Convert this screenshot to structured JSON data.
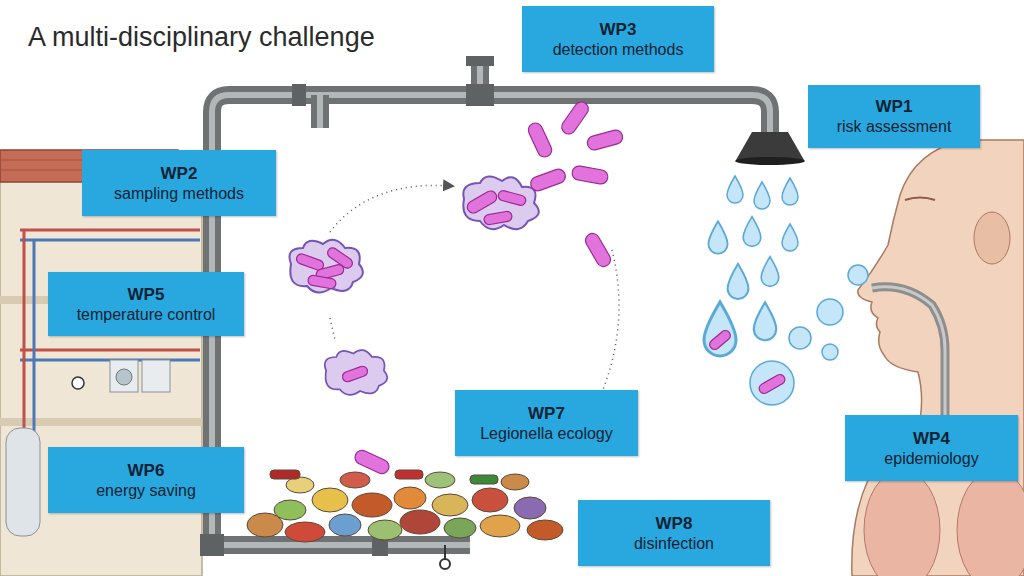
{
  "diagram": {
    "title": "A multi-disciplinary challenge",
    "nodes": [
      {
        "text": [
          "WP3",
          "detection methods"
        ]
      },
      {
        "text": [
          "WP1",
          "risk assessment"
        ]
      },
      {
        "text": [
          "WP2",
          "sampling methods"
        ]
      },
      {
        "text": [
          "WP5",
          "temperature control"
        ]
      },
      {
        "text": [
          "WP7",
          "Legionella ecology"
        ]
      },
      {
        "text": [
          "WP4",
          "epidemiology"
        ]
      },
      {
        "text": [
          "WP6",
          "energy saving"
        ]
      },
      {
        "text": [
          "WP8",
          "disinfection"
        ]
      }
    ]
  }
}
